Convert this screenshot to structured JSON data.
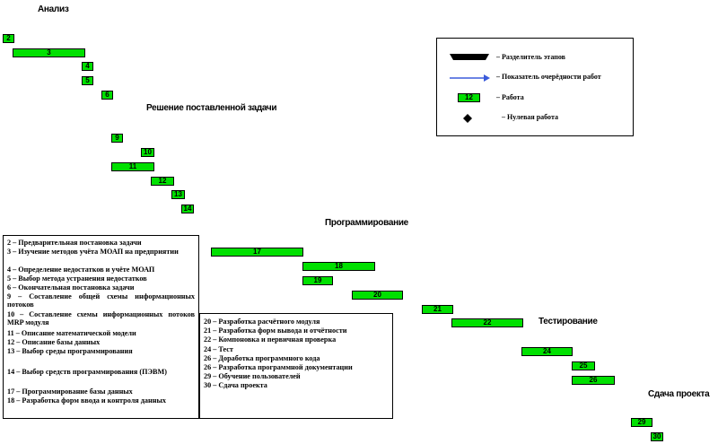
{
  "phases": {
    "analysis": "Анализ",
    "solution": "Решение поставленной задачи",
    "programming": "Программирование",
    "testing": "Тестирование",
    "delivery": "Сдача проекта"
  },
  "bars": [
    "2",
    "3",
    "4",
    "5",
    "6",
    "9",
    "10",
    "11",
    "12",
    "13",
    "14",
    "17",
    "18",
    "19",
    "20",
    "21",
    "22",
    "24",
    "25",
    "26",
    "29",
    "30"
  ],
  "legend": {
    "stage_separator": "– Разделитель этапов",
    "order_indicator": "– Показатель очерёдности работ",
    "work_sample": "12",
    "work": "– Работа",
    "zero_work": "– Нулевая работа"
  },
  "tasks_left": [
    "2 – Предварительная постановка задачи",
    "3 – Изучение методов учёта МОАП на предприятии",
    "4 – Определение недостатков и учёте МОАП",
    "5 – Выбор метода устранения недостатков",
    "6 – Окончательная постановка задачи",
    "9 – Составление общей схемы информационных потоков",
    "10 – Составление схемы информационных потоков MRP модуля",
    "11 – Описание математической модели",
    "12 – Описание базы данных",
    "13 – Выбор среды программирования",
    "14 – Выбор средств программирования (ПЭВМ)",
    "17 – Программирование базы данных",
    "18 – Разработка форм ввода и контроля данных"
  ],
  "tasks_right": [
    "20 – Разработка расчётного модуля",
    "21 – Разработка форм вывода и отчётности",
    "22 – Компоновка и первичная проверка",
    "24 – Тест",
    "26 – Доработка программного кода",
    "26 – Разработка программной документации",
    "29 – Обучение пользователей",
    "30 – Сдача проекта"
  ]
}
